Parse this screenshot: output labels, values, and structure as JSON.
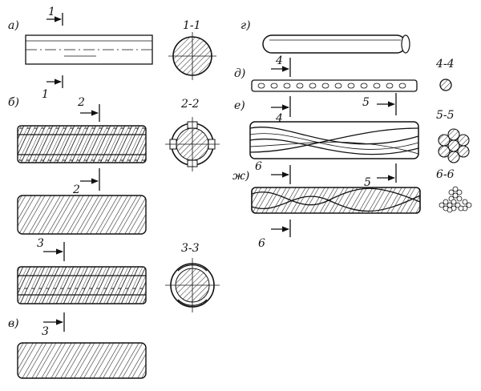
{
  "labels": {
    "a": "а)",
    "b": "б)",
    "v": "в)",
    "g": "г)",
    "d": "д)",
    "e": "е)",
    "zh": "ж)"
  },
  "cut_marks": {
    "c1_top": "1",
    "c1_bottom": "1",
    "c2_top": "2",
    "c2_bottom": "2",
    "c3_top": "3",
    "c3_bottom": "3",
    "c4_top": "4",
    "c4_bottom": "4",
    "c5_top": "5",
    "c5_bottom": "5",
    "c6_top": "6",
    "c6_bottom": "6"
  },
  "sections": {
    "s11": "1-1",
    "s22": "2-2",
    "s33": "3-3",
    "s44": "4-4",
    "s55": "5-5",
    "s66": "6-6"
  }
}
